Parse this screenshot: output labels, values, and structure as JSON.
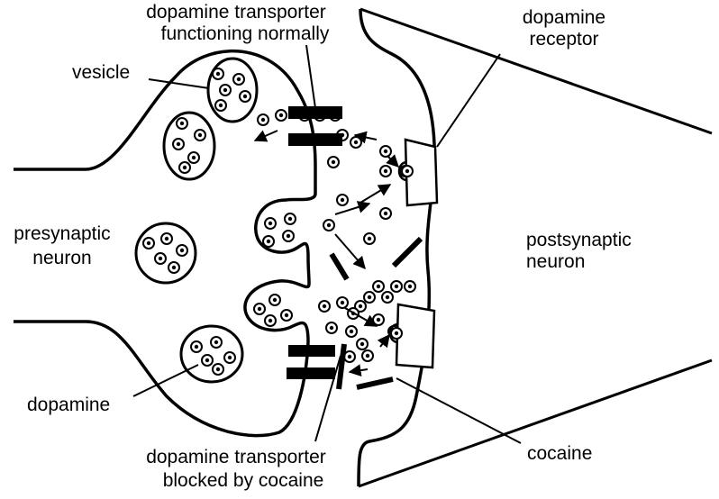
{
  "labels": {
    "transporter_normal_line1": "dopamine transporter",
    "transporter_normal_line2": "functioning normally",
    "receptor_line1": "dopamine",
    "receptor_line2": "receptor",
    "vesicle": "vesicle",
    "presynaptic_line1": "presynaptic",
    "presynaptic_line2": "neuron",
    "postsynaptic_line1": "postsynaptic",
    "postsynaptic_line2": "neuron",
    "dopamine": "dopamine",
    "cocaine": "cocaine",
    "transporter_blocked_line1": "dopamine transporter",
    "transporter_blocked_line2": "blocked by cocaine"
  },
  "colors": {
    "ink": "#000000",
    "background": "#ffffff"
  }
}
